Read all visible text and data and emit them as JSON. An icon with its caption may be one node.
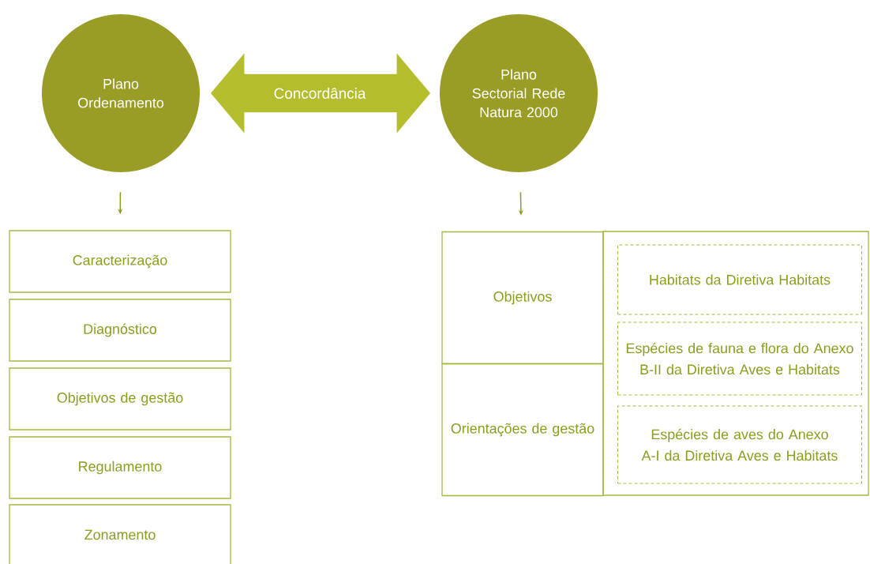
{
  "diagram": {
    "nodes": [
      {
        "text": [
          "Plano Ordenamento"
        ]
      },
      {
        "text": [
          "Plano Sectorial Rede Natura 2000"
        ]
      },
      {
        "text": [
          "Caracterização"
        ]
      },
      {
        "text": [
          "Diagnóstico"
        ]
      },
      {
        "text": [
          "Objetivos de gestão"
        ]
      },
      {
        "text": [
          "Regulamento"
        ]
      },
      {
        "text": [
          "Zonamento"
        ]
      },
      {
        "text": [
          "Objetivos"
        ]
      },
      {
        "text": [
          "Orientações de gestão"
        ]
      },
      {
        "text": [],
        "shape": "box"
      },
      {
        "text": [
          "Habitats da Diretiva Habitats"
        ],
        "in": 9
      },
      {
        "text": [
          "Espécies de fauna e flora do Anexo B-II da Diretiva Aves e Habitats"
        ],
        "in": 9
      },
      {
        "text": [
          "Espécies de aves do Anexo A-I da Diretiva Aves e Habitats"
        ],
        "in": 9
      }
    ],
    "edges": [
      {
        "from": 0,
        "to": 1,
        "arrow": "both",
        "label": "Concordância",
        "style": "thick",
        "color": "#b4bd2b"
      },
      {
        "from": 0,
        "to": 2,
        "arrow": "to"
      },
      {
        "from": 1,
        "to": 7,
        "arrow": "to"
      }
    ]
  }
}
